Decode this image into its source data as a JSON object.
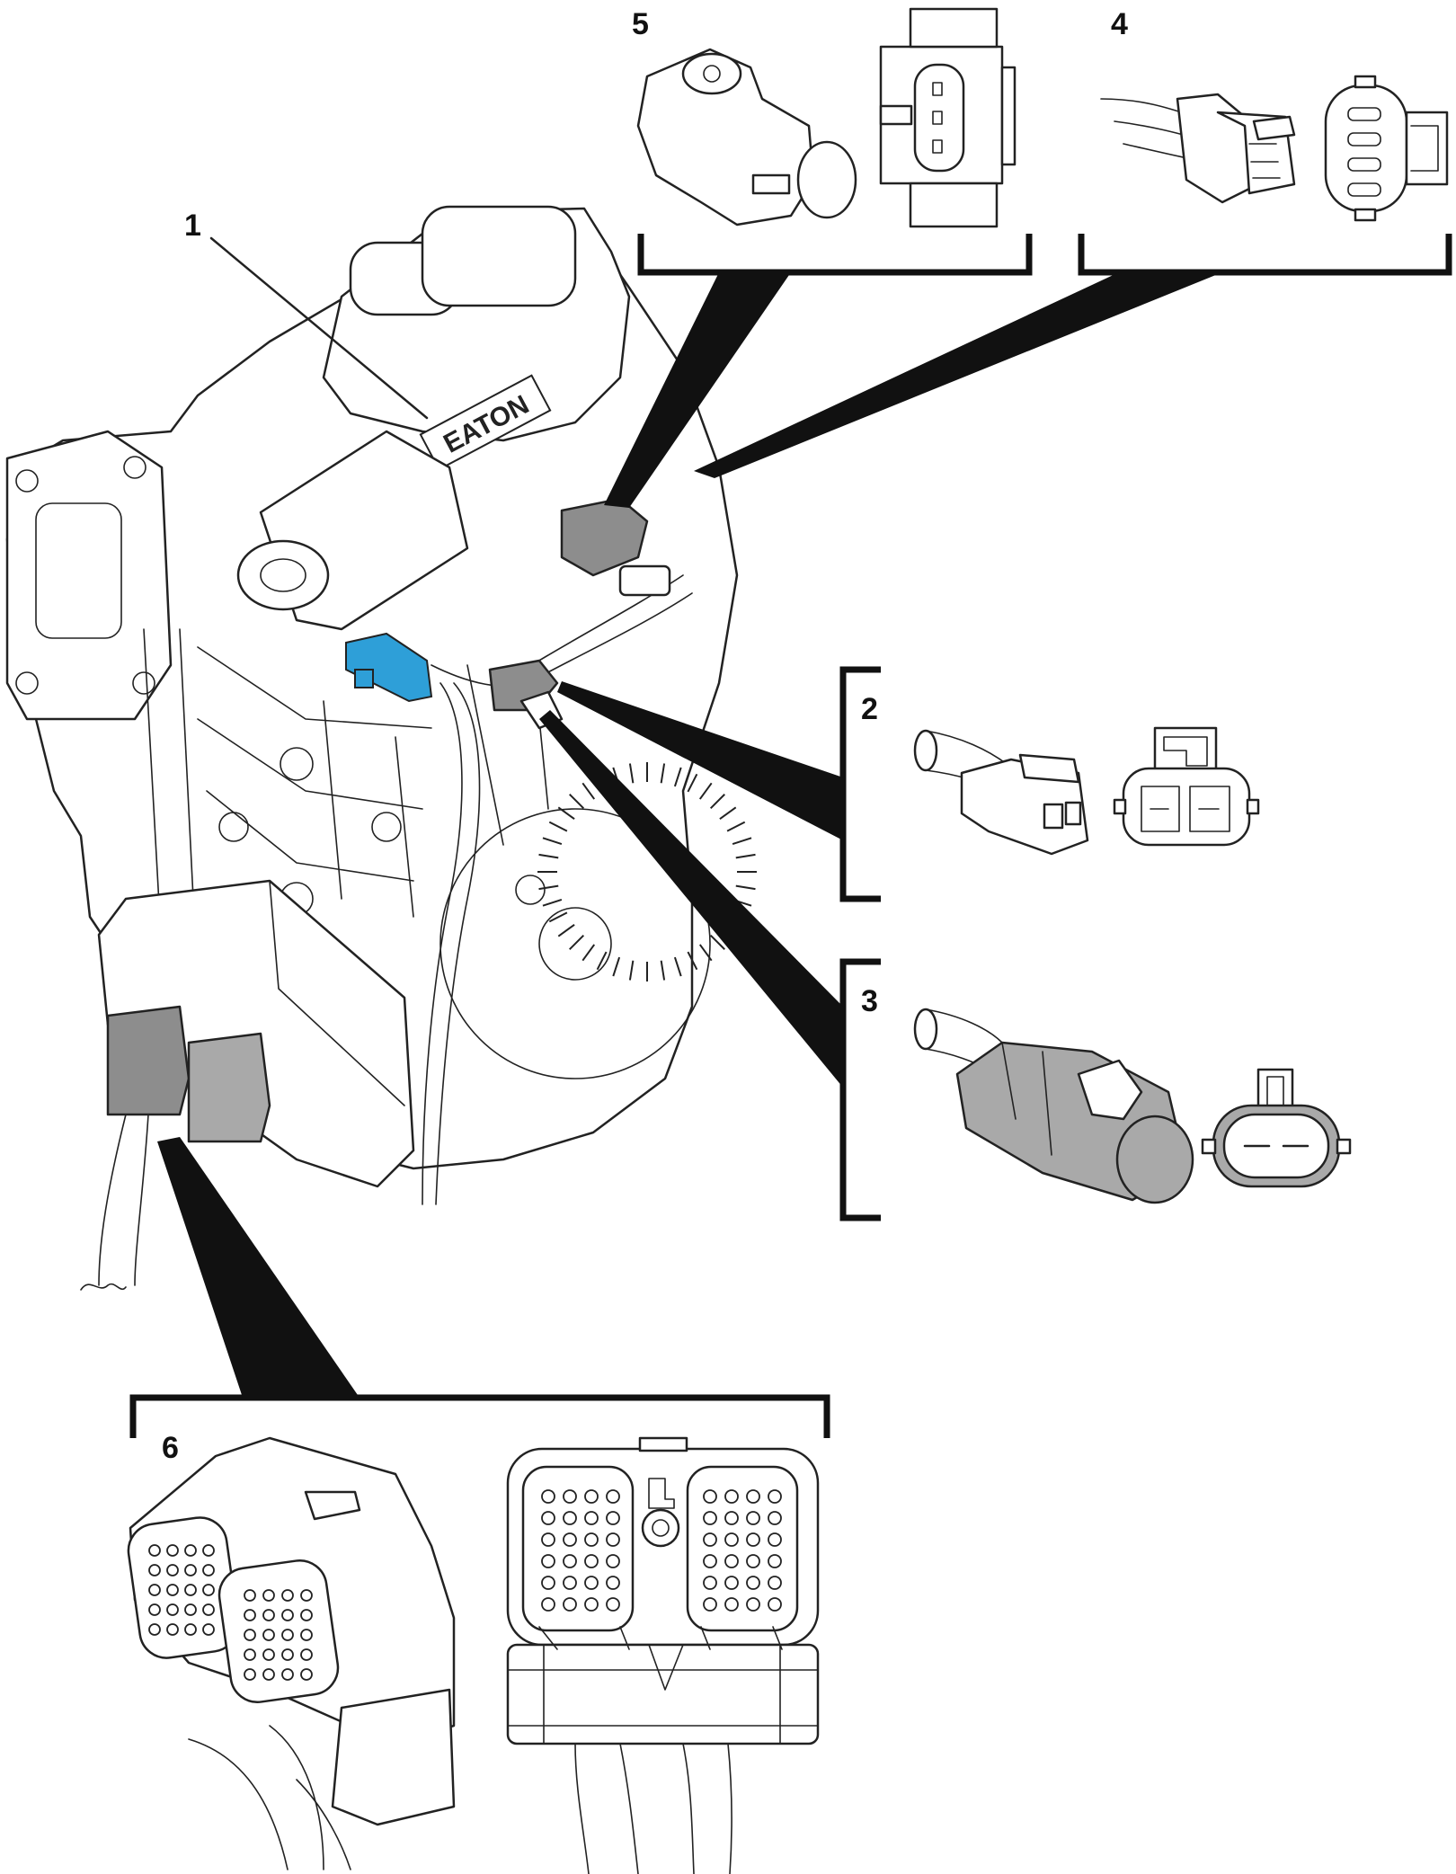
{
  "callouts": {
    "c1": "1",
    "c2": "2",
    "c3": "3",
    "c4": "4",
    "c5": "5",
    "c6": "6"
  },
  "logo": "EATON",
  "colors": {
    "highlight": "#2e9fd8",
    "connector_dark": "#8d8d8d",
    "connector_mid": "#a9a9a9",
    "line": "#222222"
  }
}
